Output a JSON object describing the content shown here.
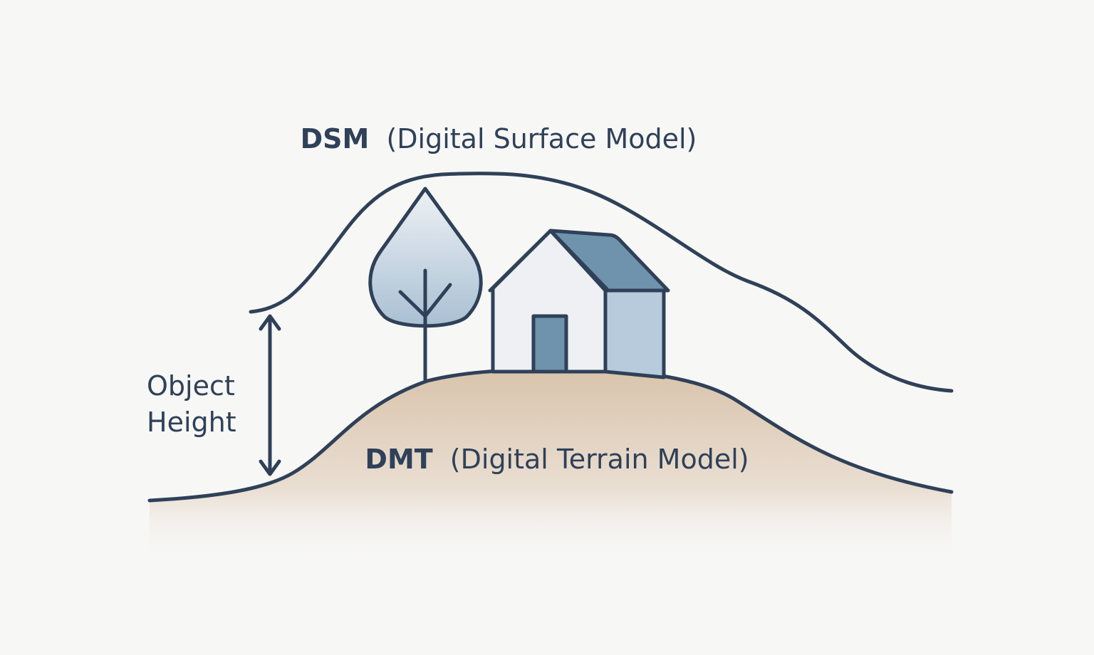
{
  "dsm_label": {
    "abbr": "DSM",
    "full": "(Digital Surface Model)"
  },
  "dmt_label": {
    "abbr": "DMT",
    "full": "(Digital Terrain Model)"
  },
  "object_height_label": {
    "line1": "Object",
    "line2": "Height"
  },
  "colors": {
    "background": "#f7f7f6",
    "outline": "#2f4158",
    "terrain_fill": "#d9c3ab",
    "tree_crown_top": "#eef1f5",
    "tree_crown_bottom": "#a9c0d3",
    "house_front": "#eef0f3",
    "house_side": "#b7cbdc",
    "house_roof": "#6f92ad",
    "house_door": "#6f92ad"
  }
}
